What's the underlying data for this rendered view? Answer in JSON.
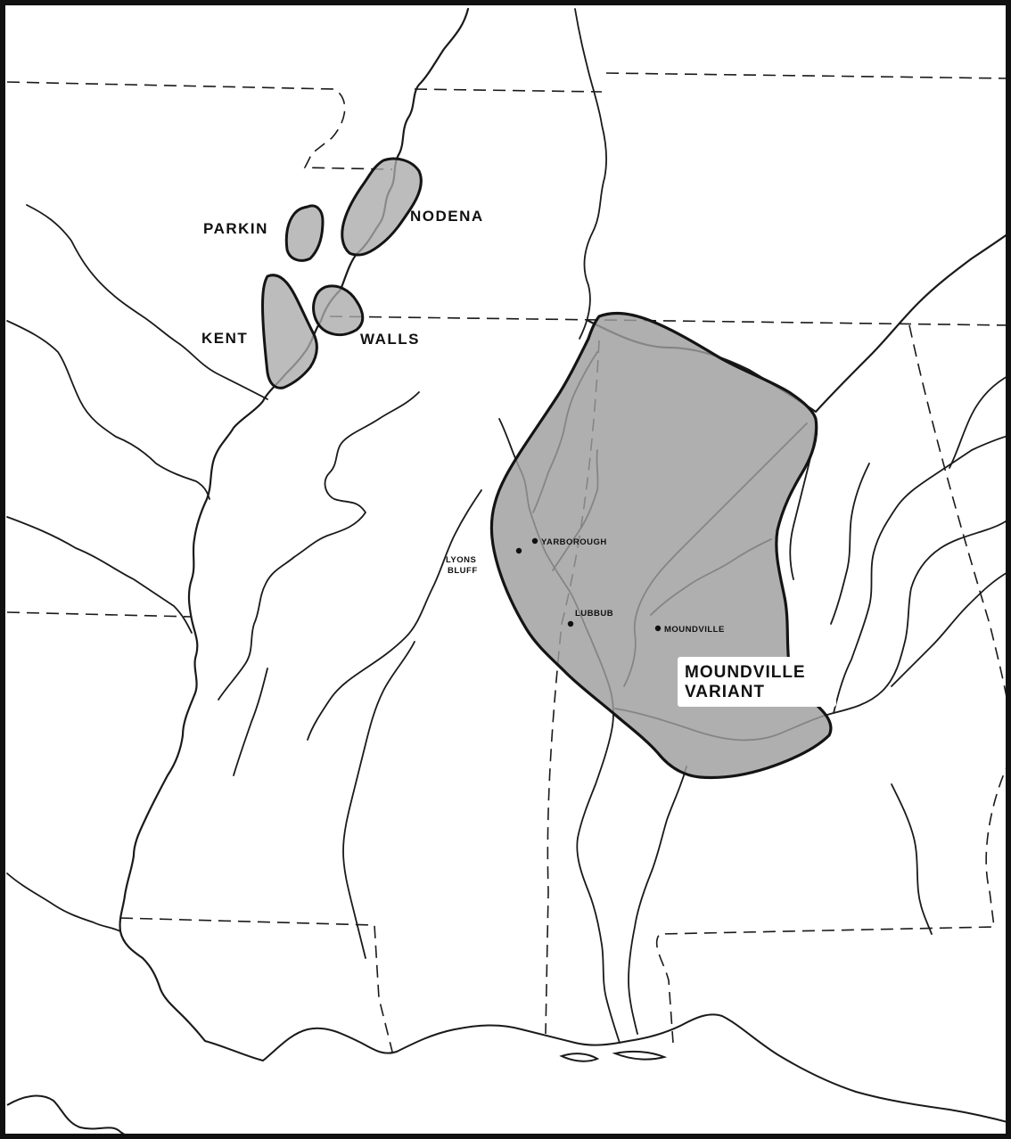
{
  "map": {
    "region_labels": {
      "parkin": "PARKIN",
      "nodena": "NODENA",
      "kent": "KENT",
      "walls": "WALLS",
      "variant_line1": "MOUNDVILLE",
      "variant_line2": "VARIANT"
    },
    "site_labels": {
      "lyons_line1": "LYONS",
      "lyons_line2": "BLUFF",
      "yarborough": "YARBOROUGH",
      "lubbub": "LUBBUB",
      "moundville": "MOUNDVILLE"
    },
    "colors": {
      "shading": "#a9a9a9",
      "outline": "#141414",
      "background": "#ffffff"
    }
  }
}
